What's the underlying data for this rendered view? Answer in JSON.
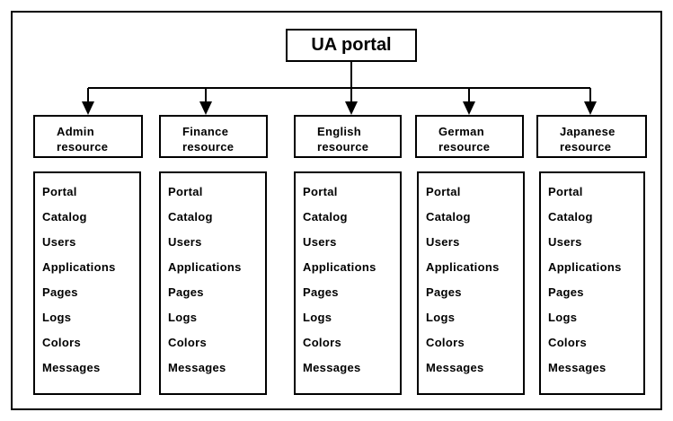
{
  "root": {
    "label": "UA portal"
  },
  "resources": [
    {
      "line1": "Admin",
      "line2": "resource"
    },
    {
      "line1": "Finance",
      "line2": "resource"
    },
    {
      "line1": "English",
      "line2": "resource"
    },
    {
      "line1": "German",
      "line2": "resource"
    },
    {
      "line1": "Japanese",
      "line2": "resource"
    }
  ],
  "lists": [
    [
      "Portal",
      "Catalog",
      "Users",
      "Applications",
      "Pages",
      "Logs",
      "Colors",
      "Messages"
    ],
    [
      "Portal",
      "Catalog",
      "Users",
      "Applications",
      "Pages",
      "Logs",
      "Colors",
      "Messages"
    ],
    [
      "Portal",
      "Catalog",
      "Users",
      "Applications",
      "Pages",
      "Logs",
      "Colors",
      "Messages"
    ],
    [
      "Portal",
      "Catalog",
      "Users",
      "Applications",
      "Pages",
      "Logs",
      "Colors",
      "Messages"
    ],
    [
      "Portal",
      "Catalog",
      "Users",
      "Applications",
      "Pages",
      "Logs",
      "Colors",
      "Messages"
    ]
  ]
}
